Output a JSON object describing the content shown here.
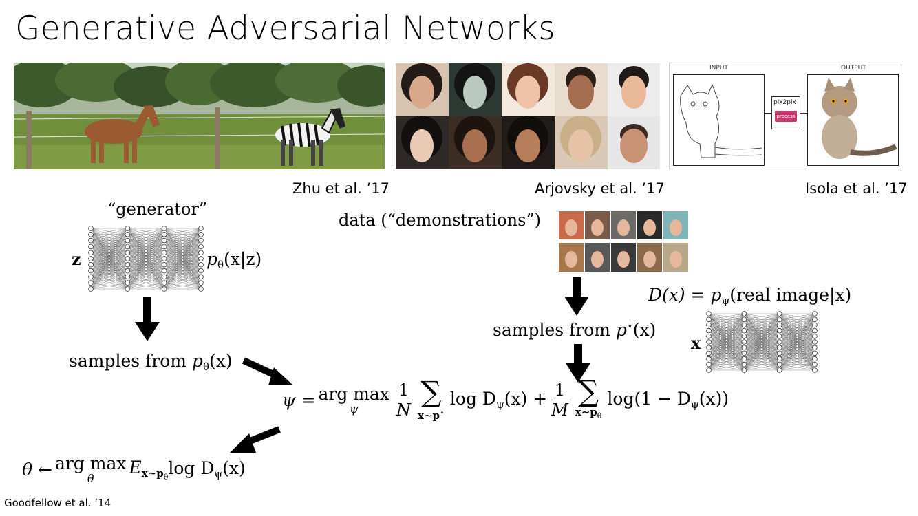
{
  "slide": {
    "title": "Generative Adversarial Networks"
  },
  "examples": [
    {
      "caption": "Zhu et al. ’17"
    },
    {
      "caption": "Arjovsky et al. ’17"
    },
    {
      "caption": "Isola et al. ’17",
      "input_label": "INPUT",
      "output_label": "OUTPUT",
      "model_label": "pix2pix",
      "process_label": "process"
    }
  ],
  "generator": {
    "label": "“generator”",
    "input": "z",
    "output_prefix": "p",
    "output_sub": "θ",
    "output_arg": "(x|z)"
  },
  "data": {
    "label": "data (“demonstrations”)"
  },
  "samples_gen": {
    "text": "samples from ",
    "p": "p",
    "sub": "θ",
    "arg": "(x)"
  },
  "samples_data": {
    "text": "samples from ",
    "p": "p",
    "sup": "⋆",
    "arg": "(x)"
  },
  "discriminator": {
    "lhs": "D(x) = ",
    "p": "p",
    "sub": "ψ",
    "rhs": "(real image|x)",
    "input": "x"
  },
  "psi_equation": {
    "lhs": "ψ = ",
    "argmax": "arg max",
    "argmax_sub": "ψ",
    "frac1_num": "1",
    "frac1_den": "N",
    "sum": "∑",
    "sum1_sub": "x∼p",
    "sum1_sup": "⋆",
    "term1": "log D",
    "term1_sub": "ψ",
    "term1_arg": "(x) + ",
    "frac2_num": "1",
    "frac2_den": "M",
    "sum2_sub": "x∼p",
    "sum2_subsub": "θ",
    "term2": "log(1 − D",
    "term2_sub": "ψ",
    "term2_arg": "(x))"
  },
  "theta_equation": {
    "lhs": "θ ← ",
    "argmax": "arg max",
    "argmax_sub": "θ",
    "E": "E",
    "E_sub": "x∼p",
    "E_subsub": "θ",
    "term": " log D",
    "term_sub": "ψ",
    "term_arg": "(x)"
  },
  "citation": "Goodfellow et al. ’14",
  "colors": {
    "grass": "#6f8f3a",
    "trees": "#3d5a2c",
    "horse": "#9c5a33",
    "process_button": "#c8386b"
  }
}
